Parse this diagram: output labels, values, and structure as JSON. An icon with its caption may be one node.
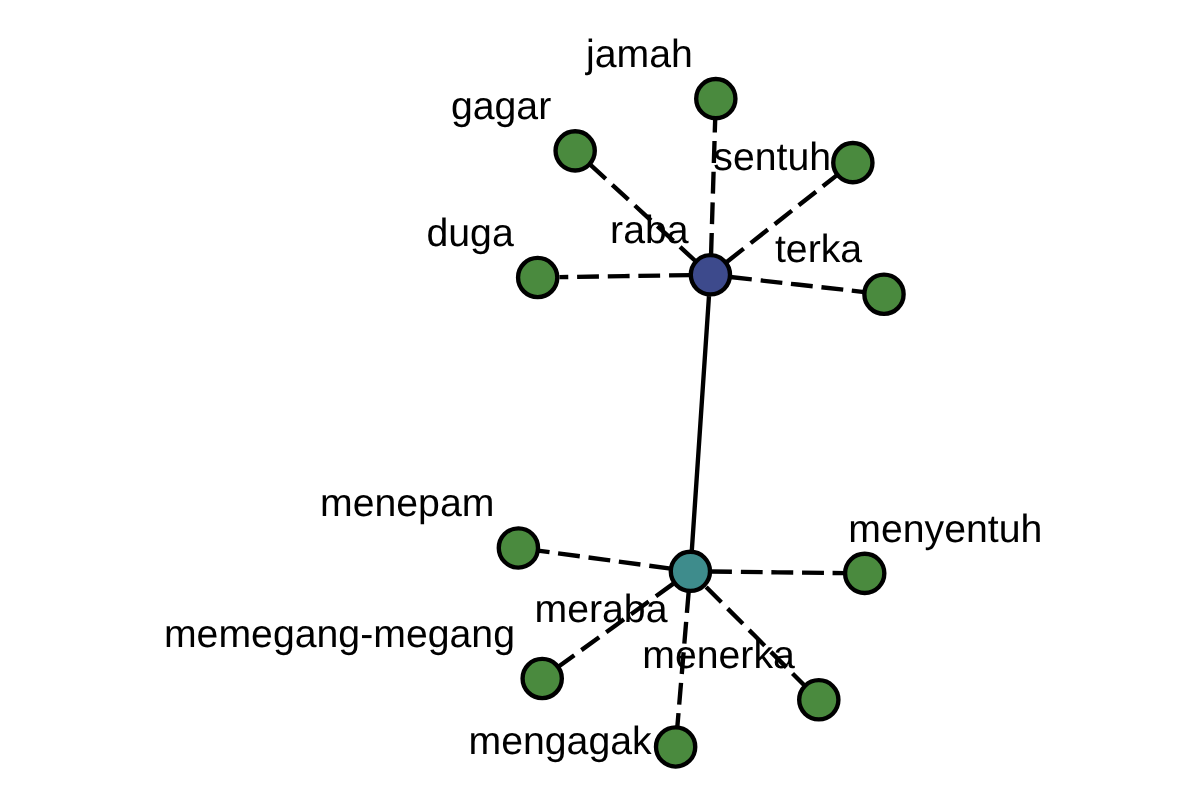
{
  "diagram": {
    "nodes": [
      {
        "text": [
          "raba"
        ]
      },
      {
        "text": [
          "terka"
        ]
      },
      {
        "text": [
          "duga"
        ]
      },
      {
        "text": [
          "gagar"
        ]
      },
      {
        "text": [
          "sentuh"
        ]
      },
      {
        "text": [
          "jamah"
        ]
      },
      {
        "text": [
          "meraba"
        ]
      },
      {
        "text": [
          "menyentuh"
        ]
      },
      {
        "text": [
          "menepam"
        ]
      },
      {
        "text": [
          "mengagak"
        ]
      },
      {
        "text": [
          "menerka"
        ]
      },
      {
        "text": [
          "memegang-megang"
        ]
      }
    ],
    "edges": [
      {
        "from": 0,
        "to": 1,
        "arrow": "none",
        "style": "dashed"
      },
      {
        "from": 0,
        "to": 2,
        "arrow": "none",
        "style": "dashed"
      },
      {
        "from": 0,
        "to": 3,
        "arrow": "none",
        "style": "dashed"
      },
      {
        "from": 0,
        "to": 4,
        "arrow": "none",
        "style": "dashed"
      },
      {
        "from": 0,
        "to": 5,
        "arrow": "none",
        "style": "dashed"
      },
      {
        "from": 0,
        "to": 6,
        "arrow": "none"
      },
      {
        "from": 6,
        "to": 7,
        "arrow": "none",
        "style": "dashed"
      },
      {
        "from": 6,
        "to": 8,
        "arrow": "none",
        "style": "dashed"
      },
      {
        "from": 6,
        "to": 9,
        "arrow": "none",
        "style": "dashed"
      },
      {
        "from": 6,
        "to": 10,
        "arrow": "none",
        "style": "dashed"
      },
      {
        "from": 6,
        "to": 11,
        "arrow": "none",
        "style": "dashed"
      }
    ]
  }
}
